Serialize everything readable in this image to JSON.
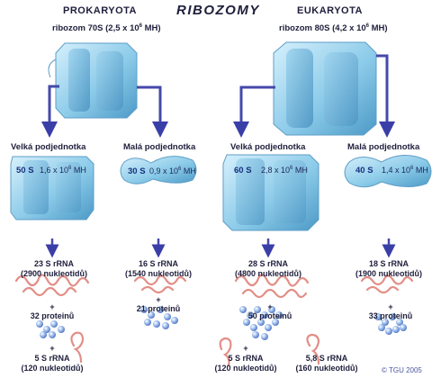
{
  "title": "RIBOZOMY",
  "prokaryota": {
    "heading": "PROKARYOTA",
    "ribosome": {
      "prefix": "ribozom 70S",
      "mass_base": "(2,5 x 10",
      "mass_exp": "6",
      "mass_unit": " MH)"
    },
    "large": {
      "label": "Velká podjednotka",
      "s_value": "50 S",
      "mass_base": "1,6 x 10",
      "mass_exp": "6",
      "mass_unit": " MH",
      "rrna_main": "23 S rRNA",
      "rrna_main_nt": "(2900 nukleotidů)",
      "plus1": "+",
      "proteins": "32 proteinů",
      "plus2": "+",
      "rrna_small": "5 S rRNA",
      "rrna_small_nt": "(120 nukleotidů)"
    },
    "small": {
      "label": "Malá podjednotka",
      "s_value": "30 S",
      "mass_base": "0,9 x 10",
      "mass_exp": "6",
      "mass_unit": " MH",
      "rrna": "16 S rRNA",
      "rrna_nt": "(1540 nukleotidů)",
      "plus": "+",
      "proteins": "21 proteinů"
    }
  },
  "eukaryota": {
    "heading": "EUKARYOTA",
    "ribosome": {
      "prefix": "ribozom 80S",
      "mass_base": "(4,2 x 10",
      "mass_exp": "6",
      "mass_unit": " MH)"
    },
    "large": {
      "label": "Velká podjednotka",
      "s_value": "60 S",
      "mass_base": "2,8 x 10",
      "mass_exp": "6",
      "mass_unit": " MH",
      "rrna_main": "28 S rRNA",
      "rrna_main_nt": "(4800 nukleotidů)",
      "plus1": "+",
      "proteins": "50 proteinů",
      "plus2": "+",
      "rrna_small_a": "5 S rRNA",
      "rrna_small_a_nt": "(120 nukleotidů)",
      "rrna_small_b": "5,8 S rRNA",
      "rrna_small_b_nt": "(160 nukleotidů)"
    },
    "small": {
      "label": "Malá podjednotka",
      "s_value": "40 S",
      "mass_base": "1,4 x 10",
      "mass_exp": "6",
      "mass_unit": " MH",
      "rrna": "18 S rRNA",
      "rrna_nt": "(1900 nukleotidů)",
      "plus": "+",
      "proteins": "33 proteinů"
    }
  },
  "copyright": "© TGU 2005"
}
